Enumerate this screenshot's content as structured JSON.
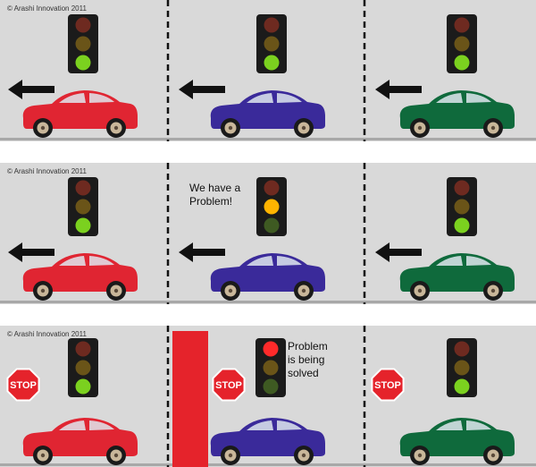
{
  "colors": {
    "background": "#d9d9d9",
    "road_line": "#a8a8a8",
    "divider": "#111111",
    "light_housing": "#1b1b1b",
    "red_on": "#ff2a2a",
    "red_off": "#6e2a20",
    "amber_on": "#ffb400",
    "amber_off": "#6a5418",
    "green_on": "#7bd11f",
    "green_off": "#3e5a22",
    "block": "#e5232b",
    "stop_sign": "#e5232b",
    "arrow": "#111111"
  },
  "rows": [
    {
      "copyright": "© Arashi Innovation 2011",
      "lanes": [
        {
          "light": "green",
          "car_color": "#e02532",
          "arrow": true,
          "stop_sign": false,
          "caption": []
        },
        {
          "light": "green",
          "car_color": "#3a2a9a",
          "arrow": true,
          "stop_sign": false,
          "caption": []
        },
        {
          "light": "green",
          "car_color": "#0f6a3c",
          "arrow": true,
          "stop_sign": false,
          "caption": []
        }
      ]
    },
    {
      "copyright": "© Arashi Innovation 2011",
      "lanes": [
        {
          "light": "green",
          "car_color": "#e02532",
          "arrow": true,
          "stop_sign": false,
          "caption": []
        },
        {
          "light": "amber",
          "car_color": "#3a2a9a",
          "arrow": true,
          "stop_sign": false,
          "caption": [
            "We have a",
            "Problem!"
          ]
        },
        {
          "light": "green",
          "car_color": "#0f6a3c",
          "arrow": true,
          "stop_sign": false,
          "caption": []
        }
      ]
    },
    {
      "copyright": "© Arashi Innovation 2011",
      "lanes": [
        {
          "light": "green",
          "car_color": "#e02532",
          "arrow": false,
          "stop_sign": true,
          "caption": []
        },
        {
          "light": "red",
          "car_color": "#3a2a9a",
          "arrow": false,
          "stop_sign": true,
          "caption": [
            "Problem",
            "is being",
            "solved"
          ],
          "block": true
        },
        {
          "light": "green",
          "car_color": "#0f6a3c",
          "arrow": false,
          "stop_sign": true,
          "caption": []
        }
      ]
    }
  ],
  "stop_label": "STOP"
}
